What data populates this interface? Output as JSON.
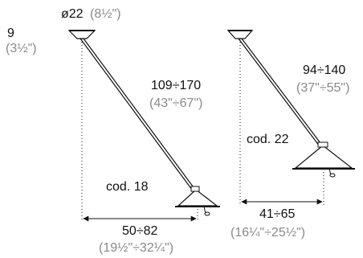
{
  "left_lamp": {
    "top_height": "9",
    "top_height_in": "(3½\")",
    "diameter": "ø22",
    "diameter_in": "(8½\")",
    "arm_length": "109÷170",
    "arm_length_in": "(43\"÷67\")",
    "code": "cod. 18",
    "reach": "50÷82",
    "reach_in": "(19½\"÷32¼\")"
  },
  "right_lamp": {
    "arm_length": "94÷140",
    "arm_length_in": "(37\"÷55\")",
    "code": "cod. 22",
    "reach": "41÷65",
    "reach_in": "(16¼\"÷25½\")"
  },
  "colors": {
    "line": "#111111",
    "dim_text": "#111111",
    "imperial_text": "#8a8a8a"
  }
}
